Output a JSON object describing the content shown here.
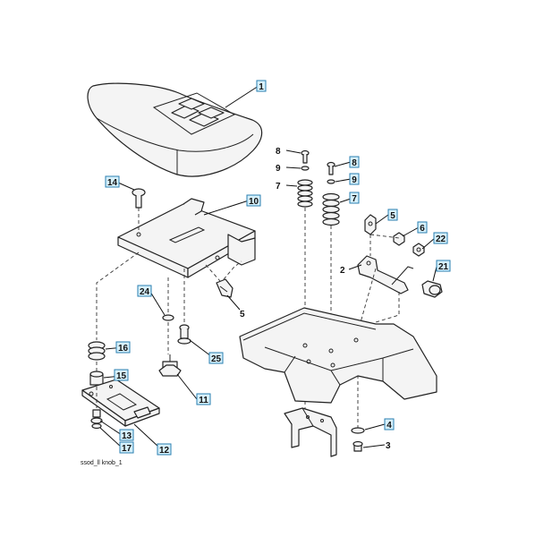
{
  "callouts": {
    "c1": "1",
    "c10": "10",
    "c14": "14",
    "c24": "24",
    "c16": "16",
    "c15": "15",
    "c25": "25",
    "c11": "11",
    "c13": "13",
    "c17": "17",
    "c12": "12",
    "c8a": "8",
    "c9a": "9",
    "c7a": "7",
    "c8b": "8",
    "c9b": "9",
    "c7b": "7",
    "c5a": "5",
    "c6": "6",
    "c22": "22",
    "c2": "2",
    "c21": "21",
    "c5b": "5",
    "c4": "4",
    "c3": "3"
  },
  "caption": "ssod_ll knob_1"
}
